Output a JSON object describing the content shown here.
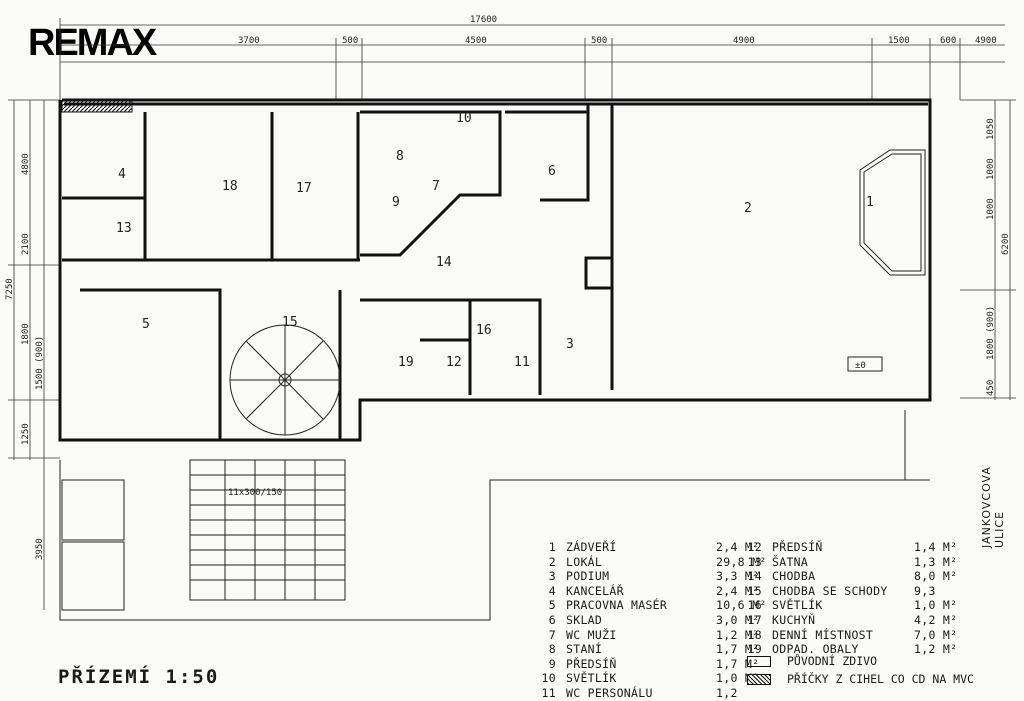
{
  "brand": "REMAX",
  "floor_title": "PŘÍZEMÍ 1:50",
  "street": "JANKOVCOVA ULICE",
  "dimensions_top": [
    "17600",
    "3700",
    "500",
    "4500",
    "500",
    "4900",
    "1500",
    "600",
    "4900"
  ],
  "dimensions_left": [
    "7250",
    "4800",
    "2100",
    "1800",
    "1500 (900)",
    "1250",
    "3950"
  ],
  "dimensions_right": [
    "1050",
    "1000",
    "1000",
    "6200",
    "1800 (900)",
    "450"
  ],
  "rooms": [
    {
      "no": "1",
      "name": "ZÁDVEŘÍ",
      "area": "2,4 M²"
    },
    {
      "no": "2",
      "name": "LOKÁL",
      "area": "29,8 M²"
    },
    {
      "no": "3",
      "name": "PODIUM",
      "area": "3,3 M²"
    },
    {
      "no": "4",
      "name": "KANCELÁŘ",
      "area": "2,4 M²"
    },
    {
      "no": "5",
      "name": "PRACOVNA MASÉR",
      "area": "10,6 M²"
    },
    {
      "no": "6",
      "name": "SKLAD",
      "area": "3,0 M²"
    },
    {
      "no": "7",
      "name": "WC MUŽI",
      "area": "1,2 M²"
    },
    {
      "no": "8",
      "name": "STANÍ",
      "area": "1,7 M²"
    },
    {
      "no": "9",
      "name": "PŘEDSÍŇ",
      "area": "1,7 M²"
    },
    {
      "no": "10",
      "name": "SVĚTLÍK",
      "area": "1,0 M²"
    },
    {
      "no": "11",
      "name": "WC PERSONÁLU",
      "area": "1,2"
    },
    {
      "no": "12",
      "name": "PŘEDSÍŇ",
      "area": "1,4 M²"
    },
    {
      "no": "13",
      "name": "ŠATNA",
      "area": "1,3 M²"
    },
    {
      "no": "14",
      "name": "CHODBA",
      "area": "8,0 M²"
    },
    {
      "no": "15",
      "name": "CHODBA SE SCHODY",
      "area": "9,3"
    },
    {
      "no": "16",
      "name": "SVĚTLÍK",
      "area": "1,0 M²"
    },
    {
      "no": "17",
      "name": "KUCHYŇ",
      "area": "4,2 M²"
    },
    {
      "no": "18",
      "name": "DENNÍ MÍSTNOST",
      "area": "7,0 M²"
    },
    {
      "no": "19",
      "name": "ODPAD. OBALY",
      "area": "1,2 M²"
    }
  ],
  "key": {
    "original_walls": "PŮVODNÍ ZDIVO",
    "brick_partitions": "PŘÍČKY Z CIHEL CO CD NA MVC"
  },
  "stair_note": "11x300/150",
  "level_mark": "±0"
}
